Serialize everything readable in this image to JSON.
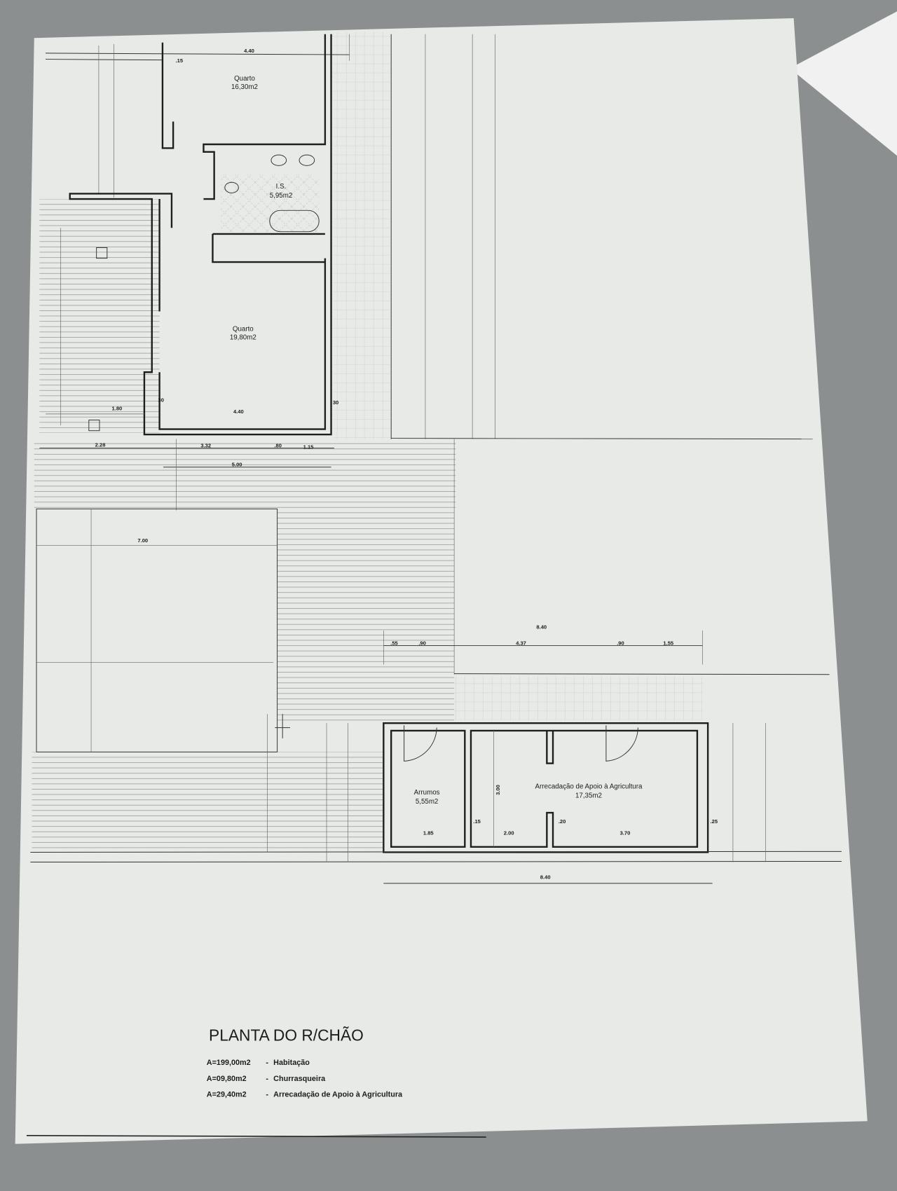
{
  "colors": {
    "paper": "#e8eae8",
    "background": "#8c8f90",
    "ink": "#1e1e1e"
  },
  "drawing": {
    "title": "PLANTA DO R/CHÃO",
    "legend": [
      {
        "area": "A=199,00m2",
        "sep": "-",
        "use": "Habitação"
      },
      {
        "area": "A=09,80m2",
        "sep": "-",
        "use": "Churrasqueira"
      },
      {
        "area": "A=29,40m2",
        "sep": "-",
        "use": "Arrecadação de Apoio à Agricultura"
      }
    ]
  },
  "rooms": [
    {
      "name": "Quarto",
      "area": "16,30m2"
    },
    {
      "name": "I.S.",
      "area": "5,95m2"
    },
    {
      "name": "Quarto",
      "area": "19,80m2"
    },
    {
      "name": "Arrumos",
      "area": "5,55m2"
    },
    {
      "name": "Arrecadação de Apoio à Agricultura",
      "area": "17,35m2"
    }
  ],
  "dimensions": {
    "top_width": "4.40",
    "quarto_width": "4.40",
    "d_228": "2.28",
    "d_332": "3.32",
    "d_080": ".80",
    "d_115": "1.15",
    "d_500": "5.00",
    "d_180": "1.80",
    "d_700": "7.00",
    "d_840_top": "8.40",
    "d_437": "4.37",
    "d_055": ".55",
    "d_090a": ".90",
    "d_090b": ".90",
    "d_155": "1.55",
    "d_185": "1.85",
    "d_200": "2.00",
    "d_370": "3.70",
    "d_015": ".15",
    "d_020": ".20",
    "d_025": ".25",
    "d_840_bottom": "8.40",
    "d_300": "3.00",
    "d_30a": "30",
    "d_30b": "30",
    "d_15": ".15"
  }
}
